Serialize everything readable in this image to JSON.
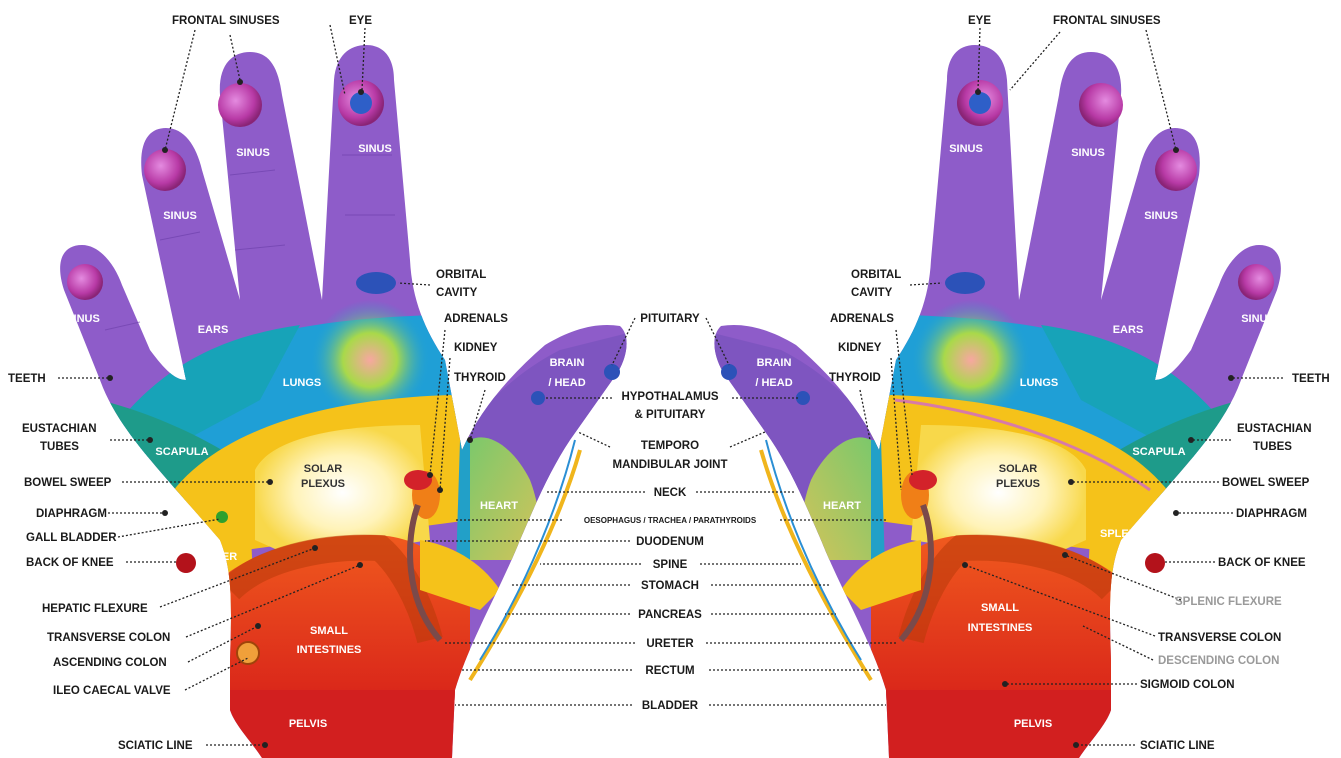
{
  "left_labels": {
    "frontal_sinuses": "FRONTAL SINUSES",
    "eye": "EYE",
    "orbital_cavity_1": "ORBITAL",
    "orbital_cavity_2": "CAVITY",
    "adrenals": "ADRENALS",
    "kidney": "KIDNEY",
    "thyroid": "THYROID",
    "teeth": "TEETH",
    "eustachian_1": "EUSTACHIAN",
    "eustachian_2": "TUBES",
    "bowel_sweep": "BOWEL SWEEP",
    "diaphragm": "DIAPHRAGM",
    "gall_bladder": "GALL BLADDER",
    "back_of_knee": "BACK OF KNEE",
    "hepatic_flexure": "HEPATIC FLEXURE",
    "transverse_colon": "TRANSVERSE COLON",
    "ascending_colon": "ASCENDING COLON",
    "ileo_caecal_valve": "ILEO CAECAL VALVE",
    "sciatic_line": "SCIATIC LINE"
  },
  "right_labels": {
    "eye": "EYE",
    "frontal_sinuses": "FRONTAL SINUSES",
    "orbital_cavity_1": "ORBITAL",
    "orbital_cavity_2": "CAVITY",
    "adrenals": "ADRENALS",
    "kidney": "KIDNEY",
    "thyroid": "THYROID",
    "teeth": "TEETH",
    "eustachian_1": "EUSTACHIAN",
    "eustachian_2": "TUBES",
    "bowel_sweep": "BOWEL SWEEP",
    "diaphragm": "DIAPHRAGM",
    "back_of_knee": "BACK OF KNEE",
    "splenic_flexure": "SPLENIC FLEXURE",
    "transverse_colon": "TRANSVERSE COLON",
    "descending_colon": "DESCENDING COLON",
    "sigmoid_colon": "SIGMOID COLON",
    "sciatic_line": "SCIATIC LINE"
  },
  "center_labels": {
    "pituitary": "PITUITARY",
    "hypothalamus_1": "HYPOTHALAMUS",
    "hypothalamus_2": "& PITUITARY",
    "temporo_1": "TEMPORO",
    "temporo_2": "MANDIBULAR JOINT",
    "neck": "NECK",
    "oesophagus": "OESOPHAGUS / TRACHEA / PARATHYROIDS",
    "duodenum": "DUODENUM",
    "spine": "SPINE",
    "stomach": "STOMACH",
    "pancreas": "PANCREAS",
    "ureter": "URETER",
    "rectum": "RECTUM",
    "bladder": "BLADDER"
  },
  "zones": {
    "sinus": "SINUS",
    "ears": "EARS",
    "lungs": "LUNGS",
    "scapula": "SCAPULA",
    "solar_1": "SOLAR",
    "solar_2": "PLEXUS",
    "liver": "LIVER",
    "spleen": "SPLEEN",
    "heart": "HEART",
    "brain_1": "BRAIN",
    "brain_2": "/ HEAD",
    "small_1": "SMALL",
    "small_2": "INTESTINES",
    "pelvis": "PELVIS"
  },
  "colors": {
    "fingers": "#8e5cc9",
    "lungs": "#1f9fd6",
    "diaphragm_band": "#f5c21a",
    "solar": "#fff6cf",
    "intestines": "#e8401c",
    "pelvis": "#d21f1f",
    "sinus_pink": "#c63fb4"
  }
}
